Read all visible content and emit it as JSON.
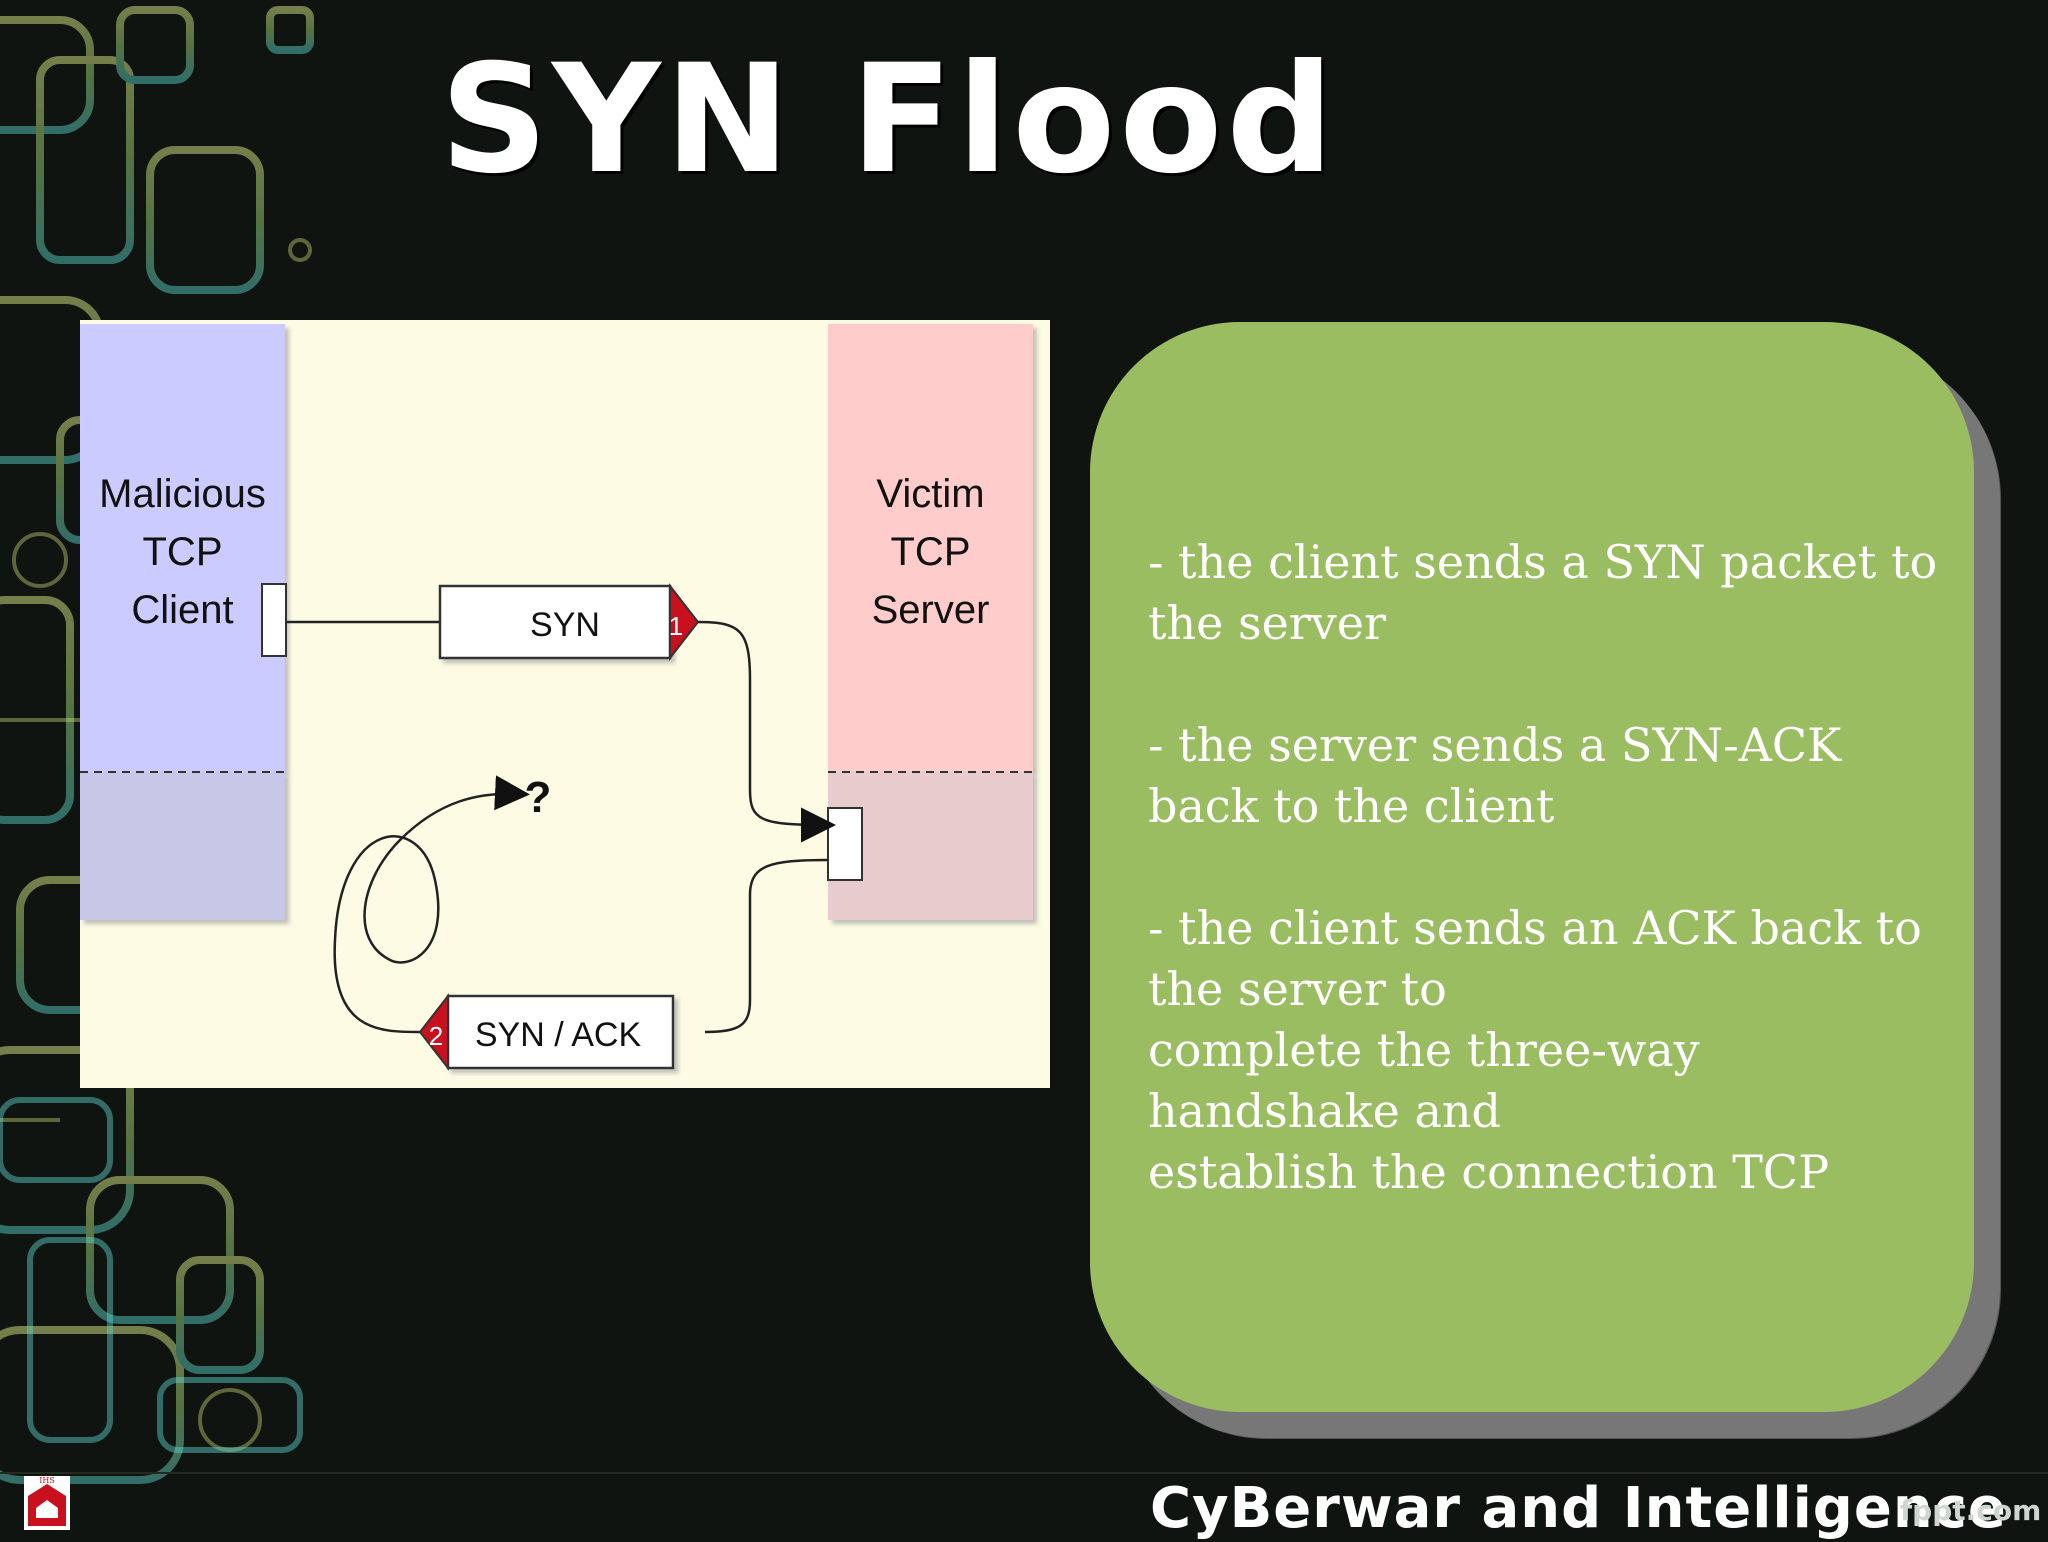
{
  "title": "SYN Flood",
  "diagram": {
    "client_label": [
      "Malicious",
      "TCP",
      "Client"
    ],
    "server_label": [
      "Victim",
      "TCP",
      "Server"
    ],
    "syn_label": "SYN",
    "syn_step": "1",
    "synack_label": "SYN / ACK",
    "synack_step": "2",
    "lost_mark": "?"
  },
  "bubble": {
    "paragraphs": [
      [
        "- the client sends a SYN packet to",
        "the server"
      ],
      [
        "- the server sends a SYN-ACK",
        "back to the client"
      ],
      [
        "- the client sends an ACK back to",
        "the server to",
        "complete the three-way",
        "handshake and",
        "establish the connection TCP"
      ]
    ]
  },
  "footer": {
    "text": "CyBerwar and Intelligence",
    "brand": "fppt.com",
    "logo_text": "IHS"
  },
  "colors": {
    "client_top": "#cccbff",
    "client_bottom": "#c8c7e8",
    "server_top": "#ffcccc",
    "server_bottom": "#e8cccd",
    "step_badge": "#c8101e",
    "bubble": "#9bbd62"
  }
}
